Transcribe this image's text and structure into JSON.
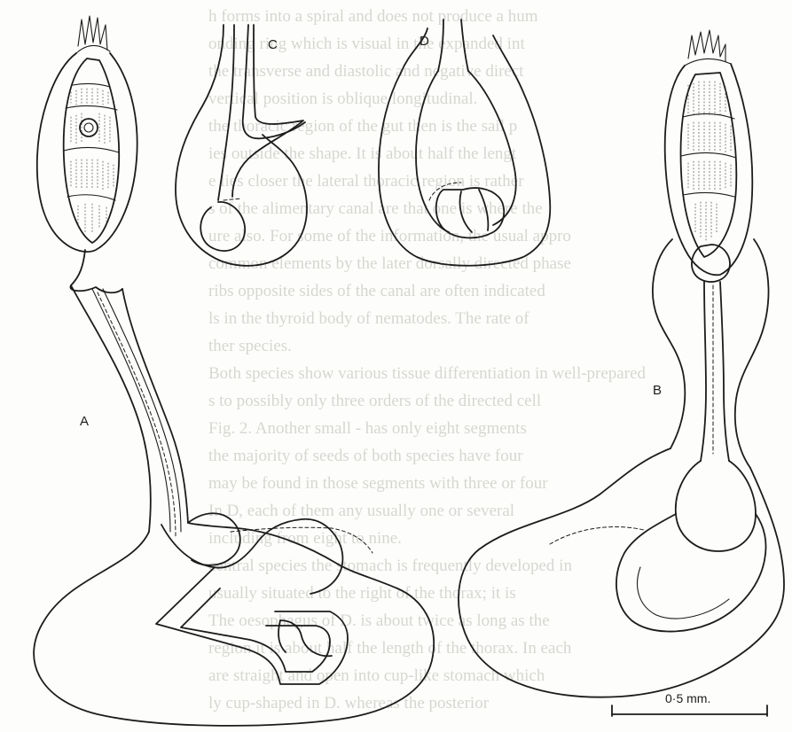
{
  "figure": {
    "panel_labels": {
      "a": "A",
      "b": "B",
      "c": "C",
      "d": "D"
    },
    "scale_bar": {
      "label": "0·5 mm."
    }
  },
  "bleed_through_text": [
    "h forms into a spiral and does not produce a hum",
    "onding ring which is visual in the expanded int",
    "the transverse and diastolic and negative direct",
    "vertical position is oblique longitudinal.",
    "the thoracic region of the gut then is the sail p",
    "ies outside the shape. It is about half the lengt",
    "e lies closer the lateral thoracic region is rather",
    "s of the alimentary canal are that one is where the",
    "ure also. For some of the information, the usual appro",
    "common elements by the later dorsally directed phase",
    "ribs opposite sides of the canal are often indicated",
    "ls in the thyroid body of nematodes. The rate of",
    "ther species.",
    "Both species show various tissue differentiation in well-prepared",
    "s to possibly only three orders of the directed cell",
    "Fig. 2. Another small - has only eight segments",
    "the majority of seeds of both species have four",
    "may be found in those segments with three or four",
    "In D, each of them any usually one or several",
    "including from eight to nine.",
    "central species the stomach is frequently developed in",
    "usually situated to the right of the thorax; it is ",
    "The oesophagus of D. is about twice as long as the",
    "region it is about half the length of the thorax. In each",
    "are straight and open into cup-like stomach which",
    "ly cup-shaped in D. whereas the posterior"
  ]
}
